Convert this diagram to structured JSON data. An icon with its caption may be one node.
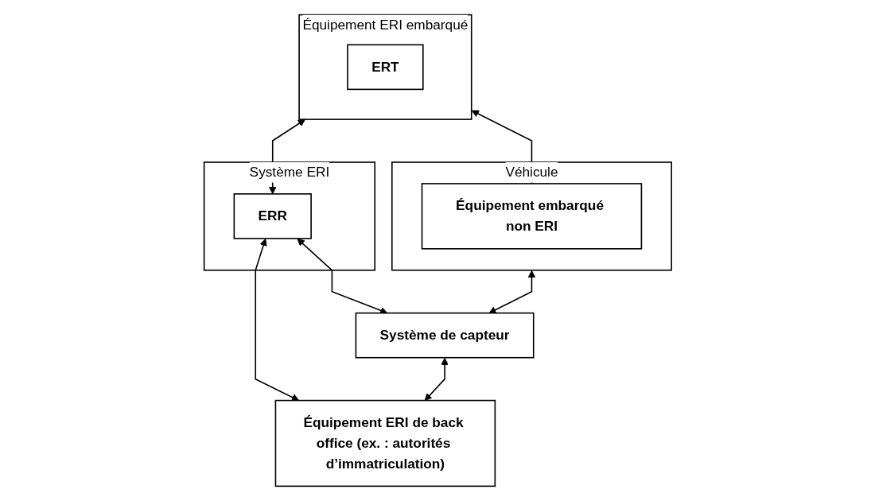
{
  "diagram": {
    "nodes": [
      {
        "text": [
          "Système ERI"
        ]
      },
      {
        "text": [
          "Véhicule"
        ]
      },
      {
        "text": [
          "Équipement ERI embarqué"
        ]
      },
      {
        "text": [
          "ERT"
        ],
        "in": 2
      },
      {
        "text": [
          "ERR"
        ],
        "in": 0
      },
      {
        "text": [
          "Système de capteur"
        ]
      },
      {
        "text": [
          "Équipement embarqué non ERI"
        ],
        "in": 1
      },
      {
        "text": [
          "Équipement ERI de back office (ex. : autorités d’immatriculation)"
        ]
      }
    ],
    "edges": [
      {
        "from": 1,
        "to": 5,
        "arrow": "both"
      },
      {
        "from": 2,
        "to": 4,
        "arrow": "both"
      },
      {
        "from": 4,
        "to": 5,
        "arrow": "both"
      },
      {
        "from": 2,
        "to": 6,
        "arrow": "both"
      },
      {
        "from": 4,
        "to": 7,
        "arrow": "both"
      },
      {
        "from": 5,
        "to": 7,
        "arrow": "both"
      }
    ]
  }
}
